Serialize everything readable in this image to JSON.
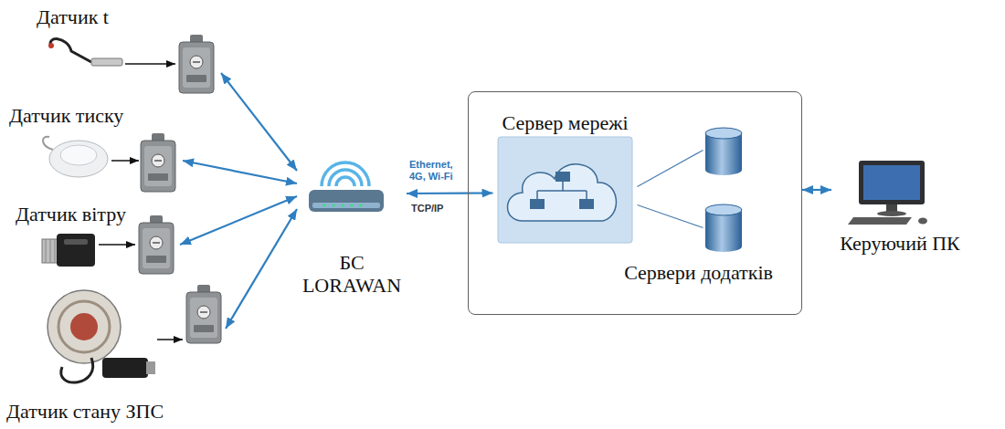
{
  "diagram": {
    "nodes": [
      {
        "text": [
          "Датчик t"
        ]
      },
      {
        "text": [
          "Датчик тиску"
        ]
      },
      {
        "text": [
          "Датчик вітру"
        ]
      },
      {
        "text": [
          "Датчик стану ЗПС"
        ]
      },
      {
        "text": [
          "БС LORAWAN"
        ]
      },
      {
        "text": []
      },
      {
        "text": [
          "Сервер мережі"
        ],
        "in": 5
      },
      {
        "text": [
          "Сервери додатків"
        ],
        "in": 5
      },
      {
        "text": [
          "Керуючий ПК"
        ]
      }
    ],
    "edges": [
      {
        "from": 0,
        "to": 4,
        "arrow": "both"
      },
      {
        "from": 1,
        "to": 4,
        "arrow": "both"
      },
      {
        "from": 2,
        "to": 4,
        "arrow": "both"
      },
      {
        "from": 3,
        "to": 4,
        "arrow": "both"
      },
      {
        "from": 4,
        "to": 6,
        "arrow": "both"
      },
      {
        "from": 6,
        "to": 7,
        "arrow": "none"
      },
      {
        "from": 6,
        "to": 7,
        "arrow": "none"
      },
      {
        "from": 5,
        "to": 8,
        "arrow": "both"
      }
    ],
    "labels": [
      "Ethernet, 4G, Wi-Fi",
      "TCP/IP"
    ]
  }
}
